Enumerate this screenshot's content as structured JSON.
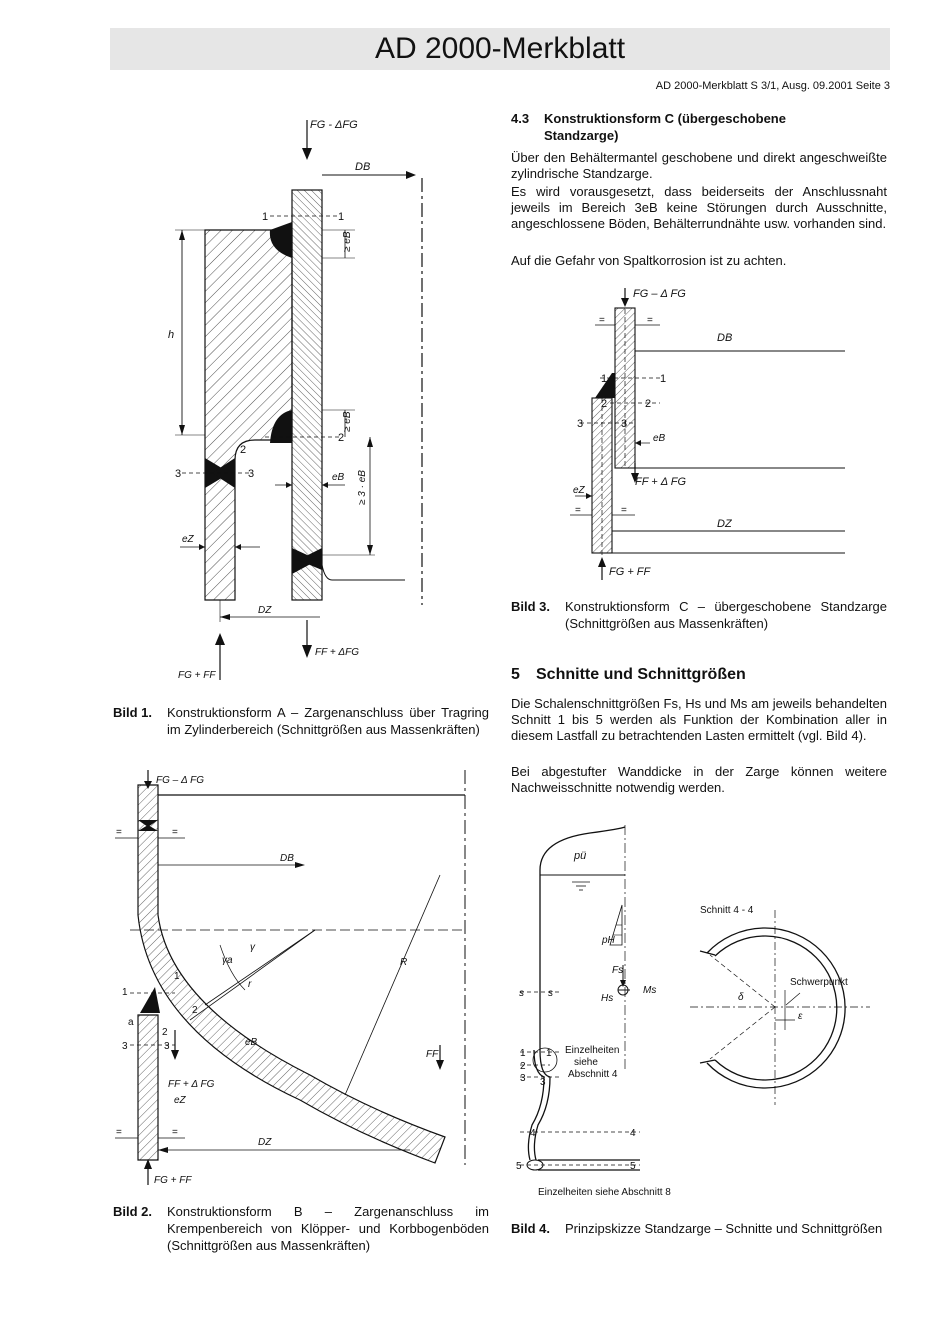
{
  "header": {
    "title": "AD 2000-Merkblatt",
    "running_head": "AD 2000-Merkblatt S 3/1, Ausg. 09.2001   Seite 3"
  },
  "figure1": {
    "caption_label": "Bild 1.",
    "caption_text": "Konstruktionsform A – Zargenanschluss über Tragring im Zylinderbereich (Schnittgrößen aus Massenkräften)",
    "labels": {
      "force_top": "FG - ΔFG",
      "db": "DB",
      "h": "h",
      "eb_ge": "≥ eB",
      "eb_ge2": "≥ eB",
      "eb": "eB",
      "three_eb": "≥ 3 · eB",
      "ez": "eZ",
      "dz": "DZ",
      "force_bottom_left": "FG + FF",
      "force_bottom_right": "FF + ΔFG",
      "c1": "1",
      "c1r": "1",
      "c2": "2",
      "c2r": "2",
      "c3": "3",
      "c3r": "3"
    }
  },
  "figure2": {
    "caption_label": "Bild 2.",
    "caption_text": "Konstruktionsform B – Zargenanschluss im Krempenbereich von Klöpper- und Korbbogenböden (Schnittgrößen aus Massenkräften)",
    "labels": {
      "force_top": "FG – Δ FG",
      "db": "DB",
      "eq1": "=",
      "eq2": "=",
      "eq3": "=",
      "eq4": "=",
      "gamma": "γ",
      "gamma_a": "γa",
      "r": "r",
      "R": "R",
      "ff": "FF",
      "eb": "eB",
      "ez": "eZ",
      "dz": "DZ",
      "a": "a",
      "force_mid": "FF + Δ FG",
      "force_bottom": "FG + FF",
      "c1": "1",
      "c1b": "1",
      "c2": "2",
      "c2b": "2",
      "c3": "3",
      "c3b": "3"
    }
  },
  "section43": {
    "number": "4.3",
    "title": "Konstruktionsform C (übergeschobene Standzarge)",
    "paragraphs": [
      "Über den Behältermantel geschobene und direkt angeschweißte zylindrische Standzarge.",
      "Es wird vorausgesetzt, dass beiderseits der Anschlussnaht jeweils im Bereich 3eB keine Störungen durch Ausschnitte, angeschlossene Böden, Behälterrundnähte usw. vorhanden sind.",
      "Auf die Gefahr von Spaltkorrosion ist zu achten."
    ]
  },
  "figure3": {
    "caption_label": "Bild 3.",
    "caption_text": "Konstruktionsform C – übergeschobene Standzarge (Schnittgrößen aus Massenkräften)",
    "labels": {
      "force_top": "FG – Δ FG",
      "db": "DB",
      "eb": "eB",
      "ez": "eZ",
      "dz": "DZ",
      "force_mid": "FF + Δ FG",
      "force_bottom": "FG + FF",
      "eq1": "=",
      "eq2": "=",
      "eq3": "=",
      "eq4": "=",
      "c1": "1",
      "c1r": "1",
      "c2": "2",
      "c2r": "2",
      "c3": "3",
      "c3r": "3"
    }
  },
  "section5": {
    "number": "5",
    "title": "Schnitte und Schnittgrößen",
    "paragraphs": [
      "Die Schalenschnittgrößen Fs, Hs und Ms am jeweils behandelten Schnitt 1 bis 5 werden als Funktion der Kombination aller in diesem Lastfall zu betrachtenden Lasten ermittelt (vgl. Bild 4).",
      "Bei abgestufter Wanddicke in der Zarge können weitere Nachweisschnitte notwendig werden."
    ]
  },
  "figure4": {
    "caption_label": "Bild 4.",
    "caption_text": "Prinzipskizze Standzarge – Schnitte und Schnittgrößen",
    "labels": {
      "pu": "pü",
      "ph": "pH",
      "fs": "Fs",
      "hs": "Hs",
      "ms": "Ms",
      "ss_left": "s",
      "ss_right": "s",
      "detail": "Einzelheiten siehe Abschnitt 4",
      "detail_bottom": "Einzelheiten siehe Abschnitt 8",
      "schnitt44": "Schnitt 4 - 4",
      "schwerpunkt": "Schwerpunkt",
      "delta": "δ",
      "epsilon": "ε",
      "n1": "1",
      "n2": "2",
      "n3": "3",
      "n4": "4",
      "n5": "5",
      "n1r": "1",
      "n3r": "3",
      "n4r": "4",
      "n5r": "5"
    }
  }
}
